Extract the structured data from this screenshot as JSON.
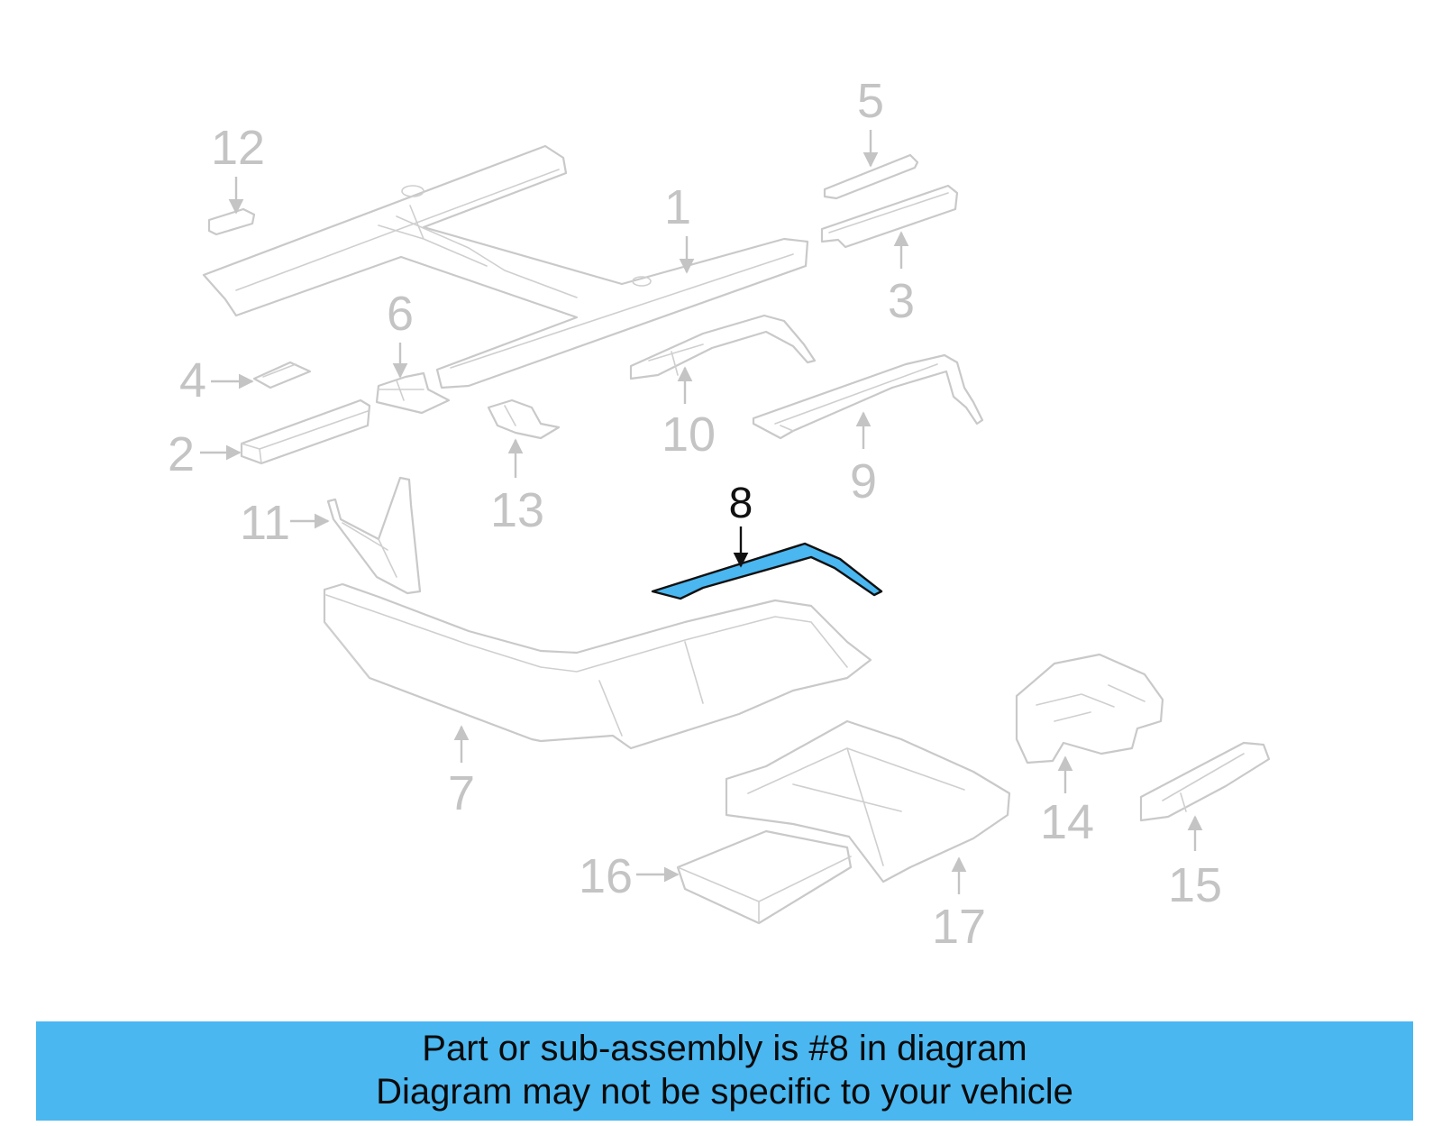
{
  "diagram": {
    "highlighted_callout": "8",
    "highlight_color": "#4ab7f0",
    "callouts": [
      "1",
      "2",
      "3",
      "4",
      "5",
      "6",
      "7",
      "8",
      "9",
      "10",
      "11",
      "12",
      "13",
      "14",
      "15",
      "16",
      "17"
    ]
  },
  "banner": {
    "line1": "Part or sub-assembly is #8 in diagram",
    "line2": "Diagram may not be specific to your vehicle",
    "background": "#4ab7f0"
  }
}
